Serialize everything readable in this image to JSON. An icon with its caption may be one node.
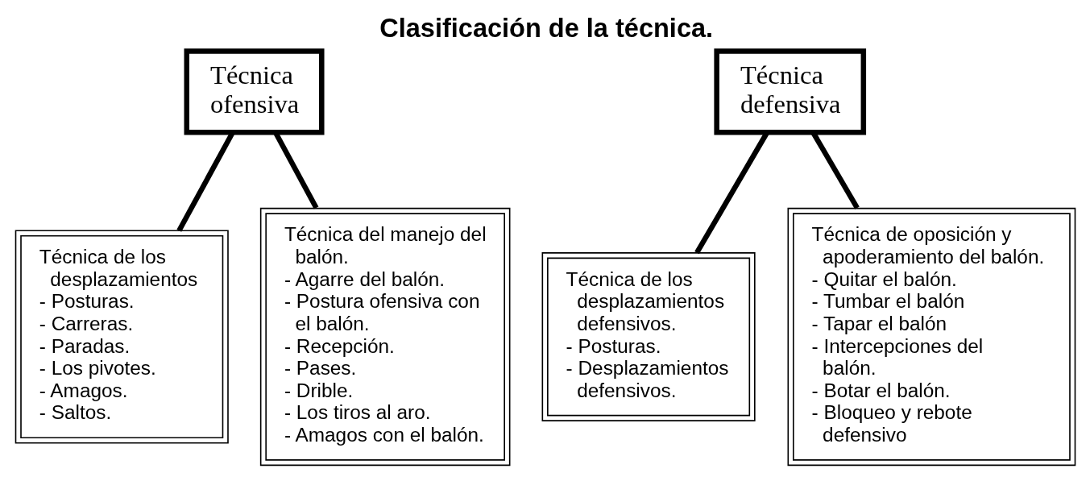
{
  "diagram": {
    "title": "Clasificación de la técnica.",
    "nodes": [
      {
        "text": [
          "Técnica ofensiva"
        ]
      },
      {
        "text": [
          "Técnica defensiva"
        ]
      },
      {
        "text": [
          "Técnica de los desplazamientos",
          "- Posturas.",
          "- Carreras.",
          "- Paradas.",
          "- Los pivotes.",
          "- Amagos.",
          "- Saltos."
        ]
      },
      {
        "text": [
          "Técnica del manejo del balón.",
          "- Agarre del balón.",
          "- Postura ofensiva con el balón.",
          "- Recepción.",
          "- Pases.",
          "- Drible.",
          "- Los tiros al aro.",
          "- Amagos con el balón."
        ]
      },
      {
        "text": [
          "Técnica de los desplazamientos defensivos.",
          "- Posturas.",
          "- Desplazamientos defensivos."
        ]
      },
      {
        "text": [
          "Técnica de oposición y apoderamiento del balón.",
          "- Quitar el balón.",
          "- Tumbar el balón",
          "- Tapar el balón",
          "- Intercepciones del balón.",
          "- Botar el balón.",
          "- Bloqueo y rebote defensivo"
        ]
      }
    ],
    "edges": [
      {
        "from": 0,
        "to": 2,
        "arrow": "none"
      },
      {
        "from": 0,
        "to": 3,
        "arrow": "none"
      },
      {
        "from": 1,
        "to": 4,
        "arrow": "none"
      },
      {
        "from": 1,
        "to": 5,
        "arrow": "none"
      }
    ]
  }
}
